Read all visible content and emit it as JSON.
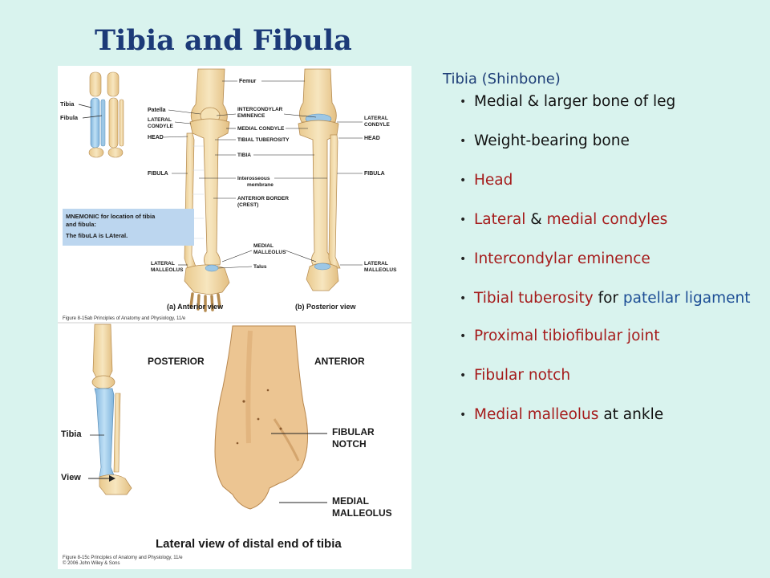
{
  "title": "Tibia and Fibula",
  "heading": "Tibia (Shinbone)",
  "colors": {
    "background": "#d9f3ee",
    "title": "#1c3a78",
    "red": "#a51b1b",
    "blue": "#1e4f96",
    "bone": "#f2dcaa",
    "tibia_highlight": "#9cc7e6"
  },
  "bullets": [
    {
      "parts": [
        {
          "text": "Medial & larger bone of leg",
          "style": "blk"
        }
      ]
    },
    {
      "parts": [
        {
          "text": "Weight-bearing bone",
          "style": "blk"
        }
      ]
    },
    {
      "parts": [
        {
          "text": "Head",
          "style": "red"
        }
      ]
    },
    {
      "parts": [
        {
          "text": "Lateral",
          "style": "red"
        },
        {
          "text": " & ",
          "style": "blk"
        },
        {
          "text": "medial condyles",
          "style": "red"
        }
      ]
    },
    {
      "parts": [
        {
          "text": "Intercondylar eminence",
          "style": "red"
        }
      ]
    },
    {
      "parts": [
        {
          "text": "Tibial tuberosity",
          "style": "red"
        },
        {
          "text": " for ",
          "style": "blk"
        },
        {
          "text": "patellar ligament",
          "style": "blue"
        }
      ]
    },
    {
      "parts": [
        {
          "text": "Proximal tibiofibular joint",
          "style": "red"
        }
      ]
    },
    {
      "parts": [
        {
          "text": "Fibular notch",
          "style": "red"
        }
      ]
    },
    {
      "parts": [
        {
          "text": "Medial malleolus",
          "style": "red"
        },
        {
          "text": " at ankle",
          "style": "blk"
        }
      ]
    }
  ],
  "figure": {
    "top": {
      "thumb_labels": {
        "tibia": "Tibia",
        "fibula": "Fibula"
      },
      "labels": {
        "femur": "Femur",
        "patella": "Patella",
        "lateral_condyle": "LATERAL\nCONDYLE",
        "head": "HEAD",
        "fibula_left": "FIBULA",
        "intercondylar": "INTERCONDYLAR\nEMINENCE",
        "medial_condyle": "MEDIAL CONDYLE",
        "tibial_tuberosity": "TIBIAL TUBEROSITY",
        "tibia": "TIBIA",
        "interosseous": "Interosseous\nmembrane",
        "anterior_border": "ANTERIOR BORDER\n(CREST)",
        "medial_malleolus": "MEDIAL\nMALLEOLUS",
        "talus": "Talus",
        "lateral_malleolus_left": "LATERAL\nMALLEOLUS",
        "lateral_condyle_right": "LATERAL\nCONDYLE",
        "head_right": "HEAD",
        "fibula_right": "FIBULA",
        "lateral_malleolus_right": "LATERAL\nMALLEOLUS"
      },
      "mnemonic_title": "MNEMONIC for location of tibia\nand fibula:",
      "mnemonic_text": "The fibuLA is LAteral.",
      "view_a": "(a) Anterior view",
      "view_b": "(b) Posterior view",
      "caption": "Figure 8-15ab  Principles of Anatomy and Physiology, 11/e"
    },
    "bottom": {
      "thumb_labels": {
        "tibia": "Tibia",
        "view": "View"
      },
      "posterior": "POSTERIOR",
      "anterior": "ANTERIOR",
      "fibular_notch": "FIBULAR\nNOTCH",
      "medial_malleolus": "MEDIAL\nMALLEOLUS",
      "caption_main": "Lateral view of distal end of tibia",
      "caption_small": "Figure 8-15c  Principles of Anatomy and Physiology, 11/e\n© 2006 John Wiley & Sons"
    }
  }
}
